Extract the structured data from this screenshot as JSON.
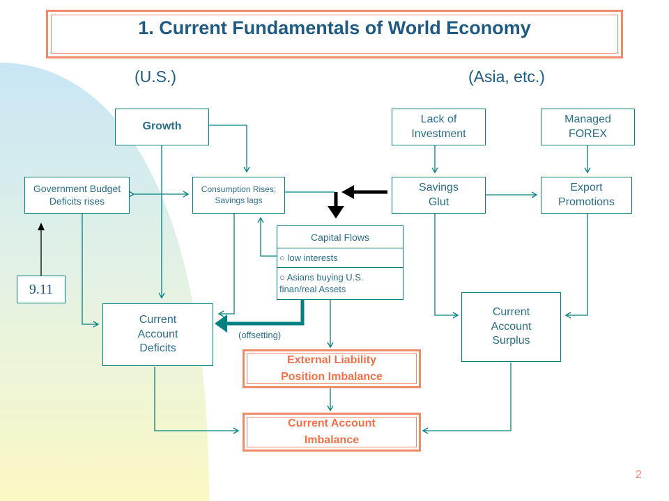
{
  "title": "1. Current Fundamentals of World Economy",
  "regions": {
    "left": "(U.S.)",
    "right": "(Asia, etc.)"
  },
  "boxes": {
    "growth": "Growth",
    "gov_budget": "Government Budget Deficits rises",
    "consumption": "Consumption Rises; Savings lags",
    "current_account_deficits": "Current Account Deficits",
    "lack_of_investment": "Lack of Investment",
    "managed_forex": "Managed FOREX",
    "savings_glut": "Savings Glut",
    "export_promotions": "Export Promotions",
    "current_account_surplus": "Current Account Surplus"
  },
  "capital_flows": {
    "header": "Capital Flows",
    "item1": "○ low interests",
    "item2": "○ Asians buying U.S. finan/real Assets"
  },
  "offsetting": "(offsetting)",
  "imbalances": {
    "external_liability": "External Liability Position Imbalance",
    "current_account": "Current Account Imbalance"
  },
  "badge": "9.11",
  "page_number": "2",
  "colors": {
    "teal": "#008080",
    "orange": "#f08a68",
    "title_blue": "#1e5a82",
    "text_blue": "#2b6f8a"
  }
}
